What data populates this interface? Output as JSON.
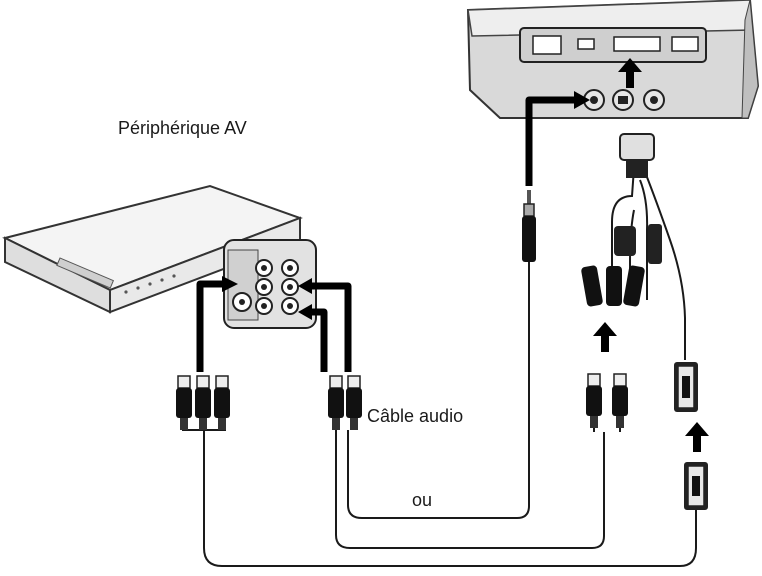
{
  "labels": {
    "av_device": "Périphérique AV",
    "audio_cable": "Câble audio",
    "or": "ou"
  },
  "colors": {
    "cable": "#1a1a1a",
    "arrow": "#000000",
    "device_body": "#e8e8e8",
    "device_top": "#f3f3f3",
    "projector_body": "#dcdcdc",
    "panel_face": "#d4d4d4",
    "connector_silver": "#bdbdbd",
    "background": "#ffffff"
  },
  "icons": {
    "arrow": "black-arrow-icon",
    "rca_plug": "rca-plug-icon",
    "audio_jack": "mini-jack-plug-icon",
    "vga_plug": "vga-plug-icon"
  }
}
